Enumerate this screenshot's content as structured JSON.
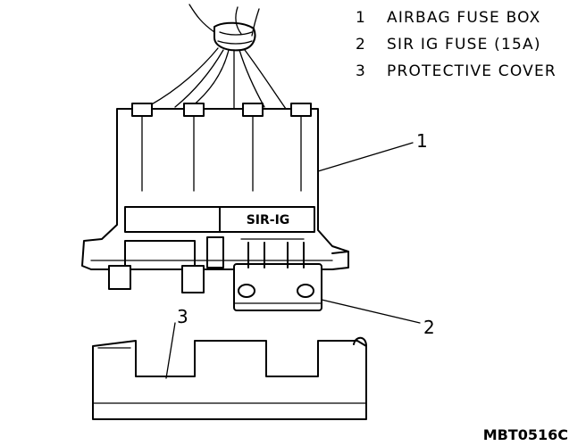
{
  "legend": [
    {
      "num": "1",
      "text": "AIRBAG FUSE BOX"
    },
    {
      "num": "2",
      "text": "SIR IG FUSE (15A)"
    },
    {
      "num": "3",
      "text": "PROTECTIVE COVER"
    }
  ],
  "callouts": {
    "c1": "1",
    "c2": "2",
    "c3": "3"
  },
  "fuse_label": "SIR-IG",
  "figure_code": "MBT0516C"
}
